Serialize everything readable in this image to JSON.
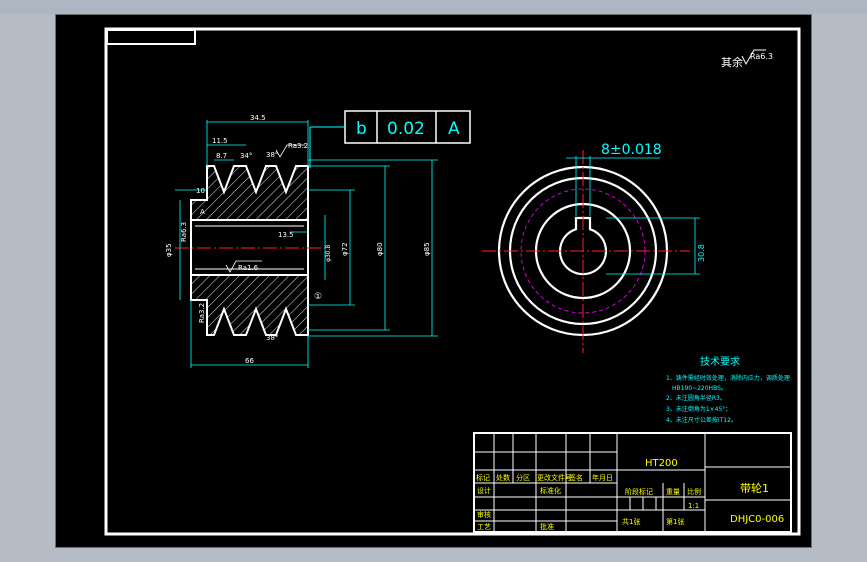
{
  "colors": {
    "outline": "#ffffff",
    "dimension": "#00ffff",
    "centerline": "#ff2020",
    "pitch_circle": "#ff00ff",
    "text_yellow": "#ffff00",
    "hatch": "#ffffff"
  },
  "tolerance_frame": {
    "symbol": "b",
    "value": "0.02",
    "datum": "A"
  },
  "roughness_general": "Ra6.3",
  "roughness_general_prefix": "其余",
  "section_dims": {
    "top_len": "34.5",
    "groove_pitch": "11.5",
    "groove_w": "8.7",
    "angle_1": "34°",
    "angle_2": "38°",
    "ra_top": "Ra3.2",
    "step_10": "10",
    "bore_len": "13.5",
    "ra_bore": "Ra1.6",
    "ra_side": "Ra6.3",
    "ra_bottom": "Ra3.2",
    "dia_bore": "φ35",
    "dia_hub": "φ72",
    "dia_root": "φ80",
    "dia_outer": "φ85",
    "dia_small": "φ30.8",
    "circle_mark": "①",
    "total_len": "66",
    "angle_bottom": "38°",
    "datum_a": "A"
  },
  "end_view": {
    "key_width": "8±0.018",
    "key_depth": "30.8"
  },
  "tech_requirements": {
    "title": "技术要求",
    "items": [
      "1、铸件需经时效处理，消除内应力，调质处理",
      "HB190~220HBS。",
      "2、未注圆角半径R3。",
      "3、未注倒角为1×45°；",
      "4、未注尺寸公差按IT12。"
    ]
  },
  "title_block": {
    "material": "HT200",
    "part_name": "带轮1",
    "drawing_no": "DHJC0-006",
    "scale_label": "比例",
    "scale": "1:1",
    "weight_label": "重量",
    "stage_label": "阶段标记",
    "sheets_total": "共1张",
    "sheet_no": "第1张",
    "headers": [
      "标记",
      "处数",
      "分区",
      "更改文件号",
      "签名",
      "年月日"
    ],
    "designer_label": "设计",
    "standard_label": "标准化",
    "reviewer_label": "审核",
    "process_label": "工艺",
    "approve_label": "批准"
  }
}
